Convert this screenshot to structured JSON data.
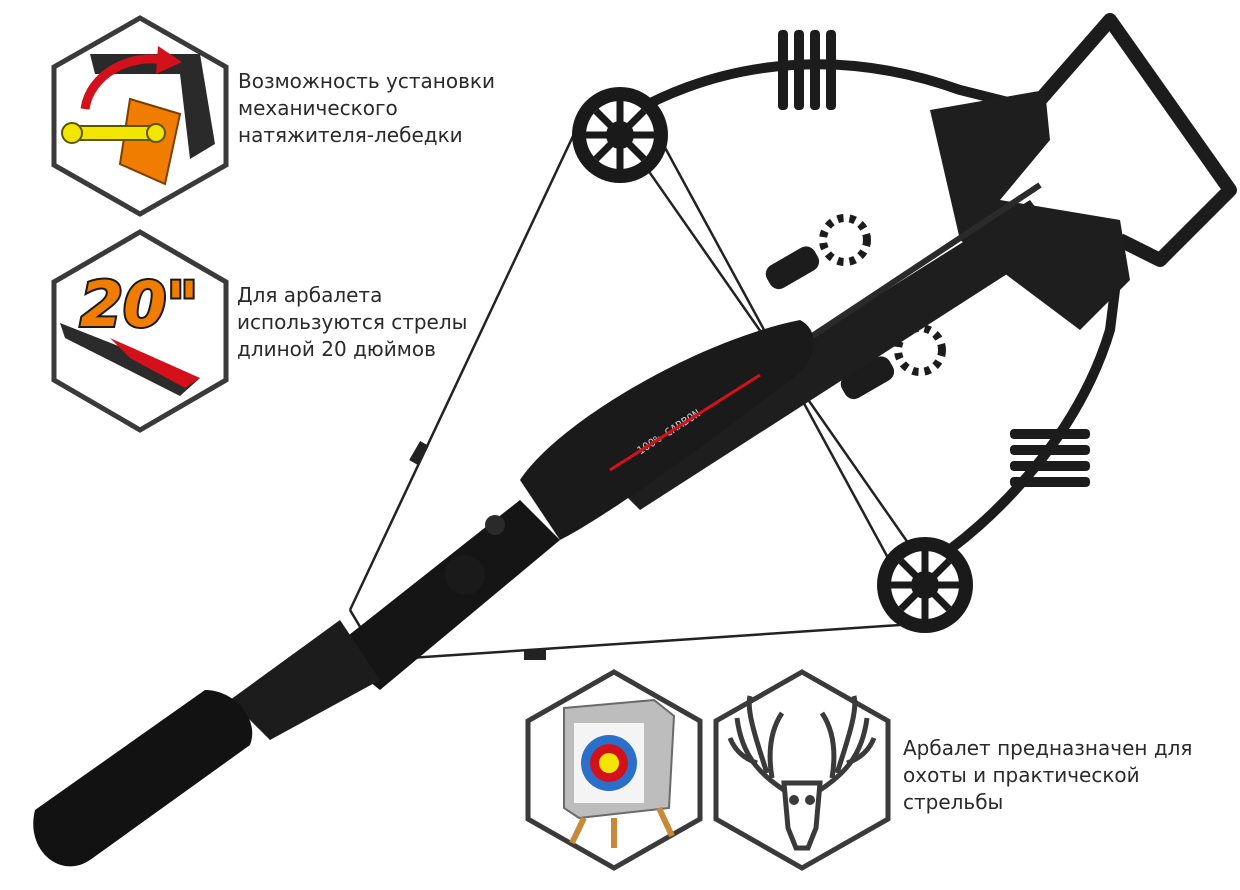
{
  "captions": {
    "winch": {
      "lines": [
        "Возможность установки",
        "механического",
        "натяжителя-лебедки"
      ]
    },
    "arrow_length": {
      "lines": [
        "Для арбалета",
        "используются стрелы",
        "длиной 20 дюймов"
      ]
    },
    "purpose": {
      "lines": [
        "Арбалет предназначен для",
        "охоты и практической",
        "стрельбы"
      ]
    }
  },
  "badges": {
    "length_label": "20\""
  },
  "arrow_shaft_text": "100% CARBON",
  "colors": {
    "hex_border": "#3a3a3a",
    "accent_orange": "#f07d00",
    "accent_red": "#d4101a",
    "accent_yellow": "#f2e600",
    "crossbow_body": "#1c1c1c"
  }
}
